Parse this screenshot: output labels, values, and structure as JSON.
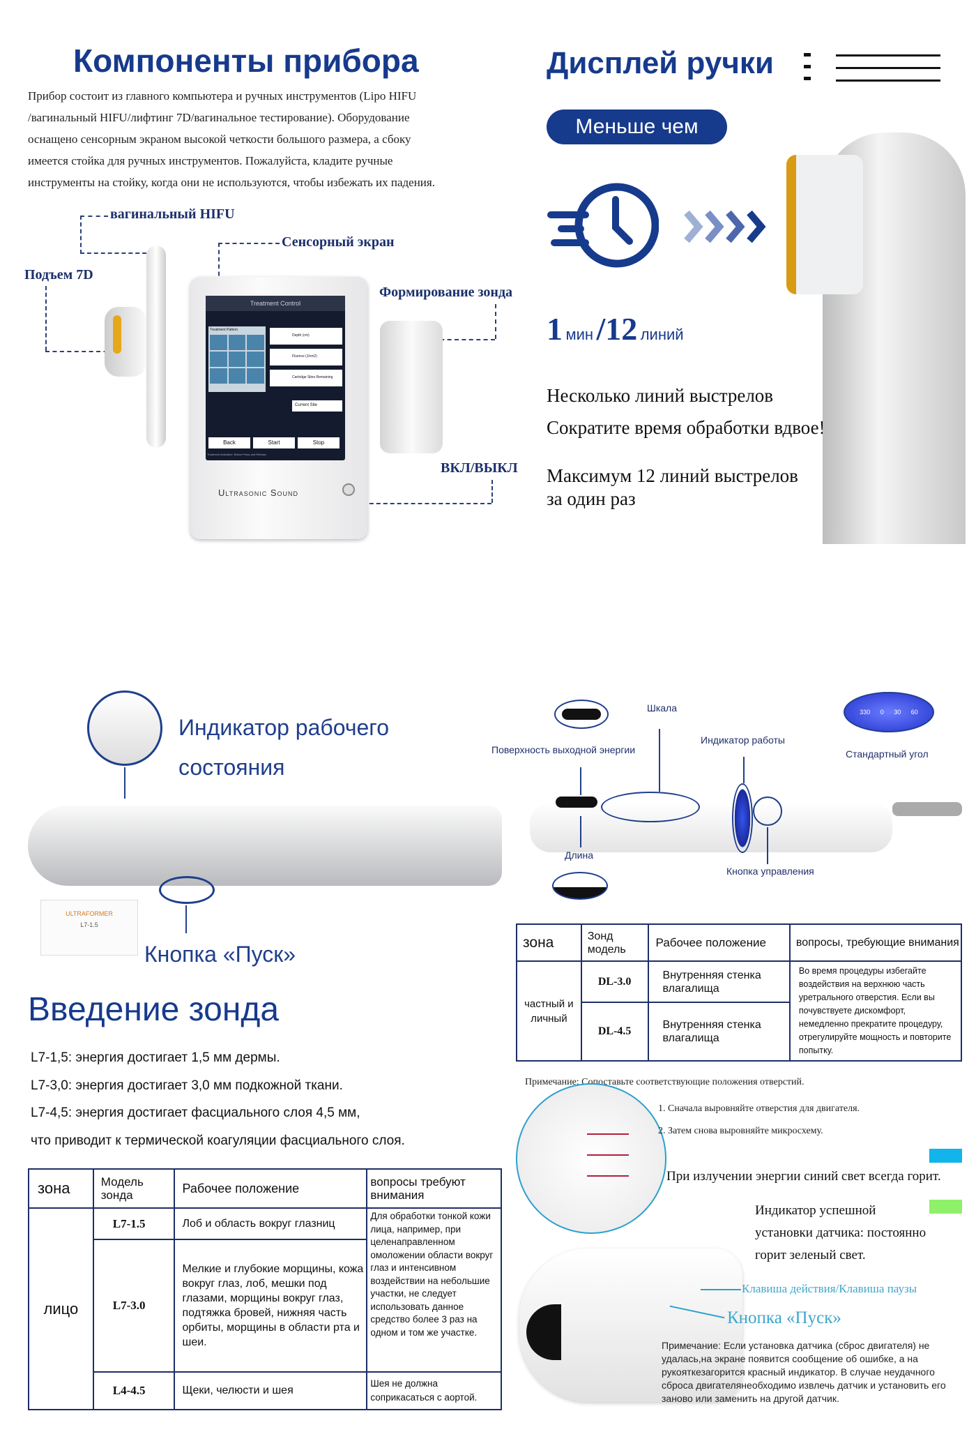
{
  "components": {
    "title": "Компоненты прибора",
    "description": [
      "Прибор состоит из главного компьютера и ручных инструментов (Lipo HIFU",
      "/вагинальный HIFU/лифтинг 7D/вагинальное тестирование). Оборудование",
      "оснащено сенсорным экраном высокой четкости большого размера, а сбоку",
      "имеется стойка для ручных инструментов. Пожалуйста, кладите ручные",
      "инструменты на стойку, когда они не используются, чтобы избежать их падения."
    ],
    "labels": {
      "vaginal": "вагинальный HIFU",
      "screen": "Сенсорный экран",
      "lift": "Подъем 7D",
      "probe": "Формирование зонда",
      "power": "ВКЛ/ВЫКЛ"
    },
    "screen": {
      "title": "Treatment Control",
      "pattern": "Treatment Pattern",
      "depth": "Depth (cm)",
      "fluence": "Fluence (J/cm2)",
      "cartridge": "Cartridge Sites Remaining",
      "current": "Current Site",
      "back": "Back",
      "start": "Start",
      "stop": "Stop",
      "footer": "Treatment Activation: Button Press and Release"
    },
    "brand": "Ultrasonic Sound"
  },
  "handle_display": {
    "title": "Дисплей ручки",
    "pill": "Меньше чем",
    "stat_num1": "1",
    "stat_unit1": "мин",
    "stat_num2": "/12",
    "stat_unit2": "линий",
    "line1": "Несколько линий выстрелов",
    "line2": "Сократите время обработки вдвое!",
    "line3": "Максимум 12 линий выстрелов",
    "line4": "за один раз"
  },
  "indicator": {
    "title1": "Индикатор рабочего",
    "title2": "состояния",
    "start_button": "Кнопка «Пуск»",
    "cartridge_brand": "ULTRAFORMER",
    "cartridge_model": "L7-1.5"
  },
  "probe_intro": {
    "title": "Введение зонда",
    "lines": [
      "L7-1,5: энергия достигает 1,5 мм дермы.",
      "L7-3,0: энергия достигает 3,0 мм подкожной ткани.",
      "L7-4,5: энергия достигает фасциального слоя 4,5 мм,",
      "что приводит к термической коагуляции фасциального слоя."
    ]
  },
  "face_table": {
    "headers": [
      "зона",
      "Модель зонда",
      "Рабочее положение",
      "вопросы требуют внимания"
    ],
    "zone": "лицо",
    "rows": [
      {
        "model": "L7-1.5",
        "position": "Лоб и область вокруг глазниц"
      },
      {
        "model": "L7-3.0",
        "position": "Мелкие и глубокие морщины, кожа вокруг глаз, лоб, мешки под глазами, морщины вокруг глаз, подтяжка бровей, нижняя часть орбиты, морщины в области рта и шеи."
      },
      {
        "model": "L4-4.5",
        "position": "Щеки, челюсти и шея"
      }
    ],
    "note1": "Для обработки тонкой кожи лица, например, при целенаправленном омоложении области вокруг глаз и интенсивном воздействии на небольшие участки, не следует использовать данное средство более 3 раз на одном и том же участке.",
    "note2": "Шея не должна соприкасаться с аортой."
  },
  "vaginal_probe": {
    "scale": "Шкала",
    "surface": "Поверхность выходной энергии",
    "work_indicator": "Индикатор работы",
    "angle": "Стандартный угол",
    "length": "Длина",
    "control": "Кнопка управления",
    "angle_ticks": [
      "330",
      "0",
      "30",
      "60"
    ]
  },
  "vaginal_table": {
    "headers": [
      "зона",
      "Зонд модель",
      "Рабочее положение",
      "вопросы, требующие внимания"
    ],
    "zone": "частный и личный",
    "rows": [
      {
        "model": "DL-3.0",
        "position": "Внутренняя стенка влагалища"
      },
      {
        "model": "DL-4.5",
        "position": "Внутренняя стенка влагалища"
      }
    ],
    "note": "Во время процедуры избегайте воздействия на верхнюю часть уретрального отверстия. Если вы почувствуете дискомфорт, немедленно прекратите процедуру, отрегулируйте мощность и повторите попытку."
  },
  "install": {
    "note_top": "Примечание: Сопоставьте соответствующие положения отверстий.",
    "step1": "1. Сначала выровняйте отверстия для двигателя.",
    "step2": "2. Затем снова выровняйте микросхему.",
    "blue_text": "При излучении энергии синий свет всегда горит.",
    "green_text1": "Индикатор успешной",
    "green_text2": "установки датчика: постоянно",
    "green_text3": "горит зеленый свет.",
    "action_key": "Клавиша действия/Клавиша паузы",
    "start_button": "Кнопка «Пуск»",
    "note_bottom": "Примечание: Если установка датчика (сброс двигателя) не удалась,на экране появится сообщение об ошибке, а на рукояткезагорится красный индикатор. В случае неудачного сброса двигателянеобходимо извлечь датчик и установить его заново или заменить на другой датчик.",
    "blue_color": "#12b4ec",
    "green_color": "#8ff06a"
  }
}
